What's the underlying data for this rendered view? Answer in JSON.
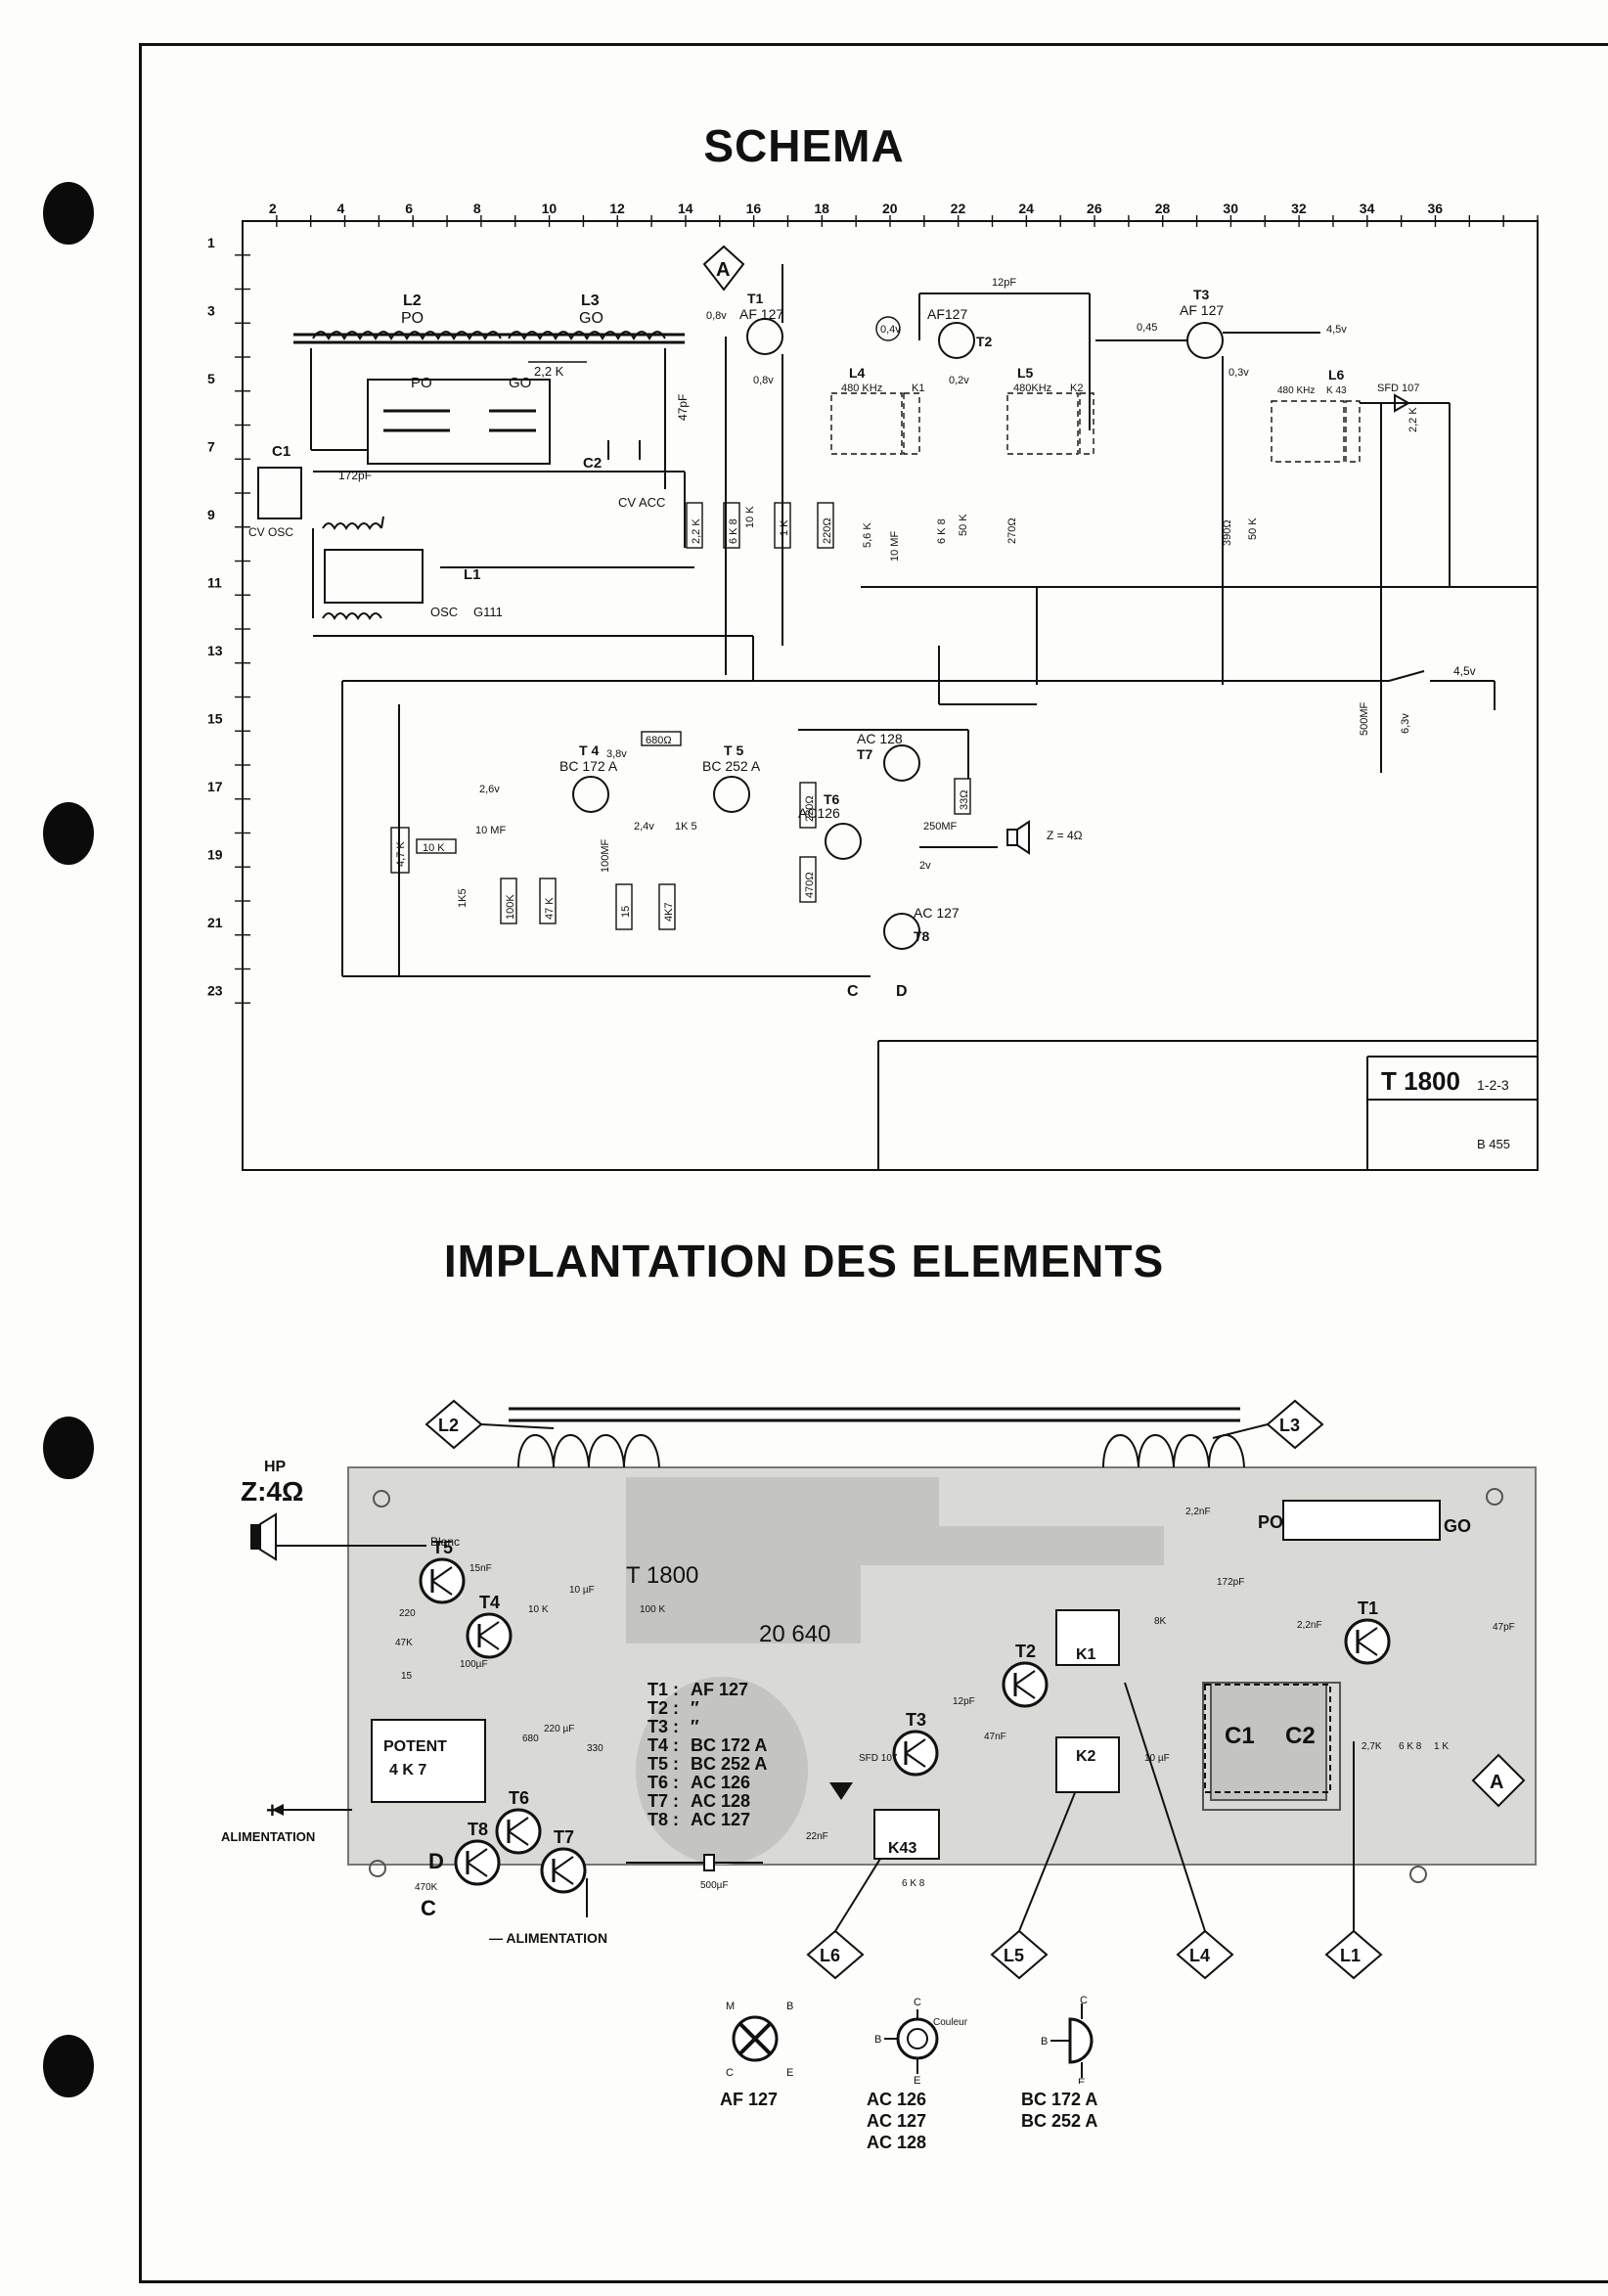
{
  "page": {
    "title_schema": "SCHEMA",
    "title_implantation": "IMPLANTATION DES ELEMENTS"
  },
  "ruler": {
    "top_ticks": [
      "2",
      "4",
      "6",
      "8",
      "10",
      "12",
      "14",
      "16",
      "18",
      "20",
      "22",
      "24",
      "26",
      "28",
      "30",
      "32",
      "34",
      "36"
    ],
    "left_ticks": [
      "1",
      "3",
      "5",
      "7",
      "9",
      "11",
      "13",
      "15",
      "17",
      "19",
      "21",
      "23"
    ]
  },
  "schema": {
    "coils": {
      "l2": "L2",
      "l2_band": "PO",
      "l3": "L3",
      "l3_band": "GO",
      "l1": "L1",
      "osc": "OSC",
      "osc_ref": "G111",
      "l4": "L4",
      "l4_freq": "480 KHz",
      "k1": "K1",
      "l5": "L5",
      "l5_freq": "480KHz",
      "k2": "K2",
      "l6": "L6",
      "l6_freq": "480 KHz",
      "k43": "K 43"
    },
    "switches": {
      "po": "PO",
      "go": "GO"
    },
    "caps": {
      "c1": "C1",
      "cv_osc": "CV OSC",
      "c172": "172pF",
      "c2": "C2",
      "cv_acc": "CV ACC",
      "c47": "47pF",
      "c12": "12pF",
      "c10mf": "10 MF",
      "c500mf": "500MF",
      "c500v": "6,3v",
      "c10mf_b": "10 MF",
      "c1k5": "1K5",
      "c100mf": "100MF",
      "c250mf": "250MF",
      "c1k5b": "1K 5"
    },
    "resistors": {
      "r2k2": "2,2 K",
      "r2k2b": "2,2 K",
      "r2k2c": "2,2 K",
      "r6k8": "6 K 8",
      "r10k": "10 K",
      "r1k": "1 K",
      "r220": "220Ω",
      "r5k6": "5,6 K",
      "r6k8b": "6 K 8",
      "r50k": "50 K",
      "r270": "270Ω",
      "r390": "390Ω",
      "r50kb": "50 K",
      "r4k7": "4,7 K",
      "r10kb": "10 K",
      "r100k": "100K",
      "r47k": "47 K",
      "r15": "15",
      "r4k7b": "4K7",
      "r680": "680Ω",
      "r220k": "220Ω",
      "r470": "470Ω",
      "r33": "33Ω"
    },
    "transistors": {
      "t1": "T1",
      "t1_type": "AF 127",
      "t2": "T2",
      "t2_type": "AF127",
      "t3": "T3",
      "t3_type": "AF 127",
      "t4": "T 4",
      "t4_type": "BC 172 A",
      "t5": "T 5",
      "t5_type": "BC 252 A",
      "t6": "T6",
      "t6_type": "AC126",
      "t7": "T7",
      "t7_type": "AC 128",
      "t8": "T8",
      "t8_type": "AC 127"
    },
    "voltages": {
      "v1": "0,8v",
      "v2": "0,8v",
      "v3": "0,4v",
      "v4": "0,2v",
      "v5": "0,45",
      "v6": "0,3v",
      "v7": "4,5v",
      "v8": "2,6v",
      "v9": "3,8v",
      "v10": "2,4v",
      "v11": "2v"
    },
    "diode": "SFD 107",
    "supply": "4,5v",
    "speaker": "Z = 4Ω",
    "point_a": "A",
    "point_c": "C",
    "point_d": "D",
    "ref_model": "T 1800",
    "ref_variant": "1-2-3",
    "ref_code": "B 455"
  },
  "implantation": {
    "hp_label": "HP",
    "hp_impedance": "Z:4Ω",
    "blanc": "Blanc",
    "potent": "POTENT",
    "potent_val": "4 K 7",
    "plus_sign": "+",
    "alim_pos": "ALIMENTATION",
    "alim_neg": "— ALIMENTATION",
    "board_model": "T 1800",
    "board_code": "20 640",
    "point_a": "A",
    "point_c": "C",
    "point_d": "D",
    "callouts": [
      "L2",
      "L3",
      "L6",
      "L5",
      "L4",
      "L1"
    ],
    "parts": {
      "c15nf": "15nF",
      "c10uf": "10 µF",
      "r100k": "100 K",
      "r220": "220",
      "r47k": "47K",
      "r15": "15",
      "c100uf": "100µF",
      "r10k": "10 K",
      "r680": "680",
      "c220uf": "220 µF",
      "r330": "330",
      "r470k": "470K",
      "c500uf": "500µF",
      "c22nf": "22nF",
      "sfd": "SFD 107",
      "k43": "K43",
      "r6k8": "6 K 8",
      "c12p": "12pF",
      "c47nf": "47nF",
      "c10uf_b": "10 µF",
      "r8k": "8K",
      "k1": "K1",
      "k2": "K2",
      "r22": "2,2nF",
      "c172": "172pF",
      "c1": "C1",
      "c2": "C2",
      "c22nfb": "2,2nF",
      "r2k7": "2,7K",
      "r6k8b": "6 K 8",
      "r1k": "1 K",
      "c47p": "47pF",
      "po": "PO",
      "go": "GO"
    },
    "transistor_list": [
      {
        "ref": "T1 :",
        "type": "AF 127"
      },
      {
        "ref": "T2 :",
        "type": "″"
      },
      {
        "ref": "T3 :",
        "type": "″"
      },
      {
        "ref": "T4 :",
        "type": "BC 172 A"
      },
      {
        "ref": "T5 :",
        "type": "BC 252 A"
      },
      {
        "ref": "T6 :",
        "type": "AC 126"
      },
      {
        "ref": "T7 :",
        "type": "AC 128"
      },
      {
        "ref": "T8 :",
        "type": "AC 127"
      }
    ],
    "board_transistors": [
      "T5",
      "T4",
      "T6",
      "T8",
      "T7",
      "T3",
      "T2",
      "T1"
    ]
  },
  "pinouts": [
    {
      "pins": [
        "M",
        "B",
        "C",
        "E"
      ],
      "types": [
        "AF 127"
      ]
    },
    {
      "pins": [
        "C",
        "B",
        "E"
      ],
      "marker": "Couleur",
      "types": [
        "AC 126",
        "AC 127",
        "AC 128"
      ]
    },
    {
      "pins": [
        "C",
        "B",
        "E"
      ],
      "types": [
        "BC 172 A",
        "BC 252 A"
      ]
    }
  ]
}
